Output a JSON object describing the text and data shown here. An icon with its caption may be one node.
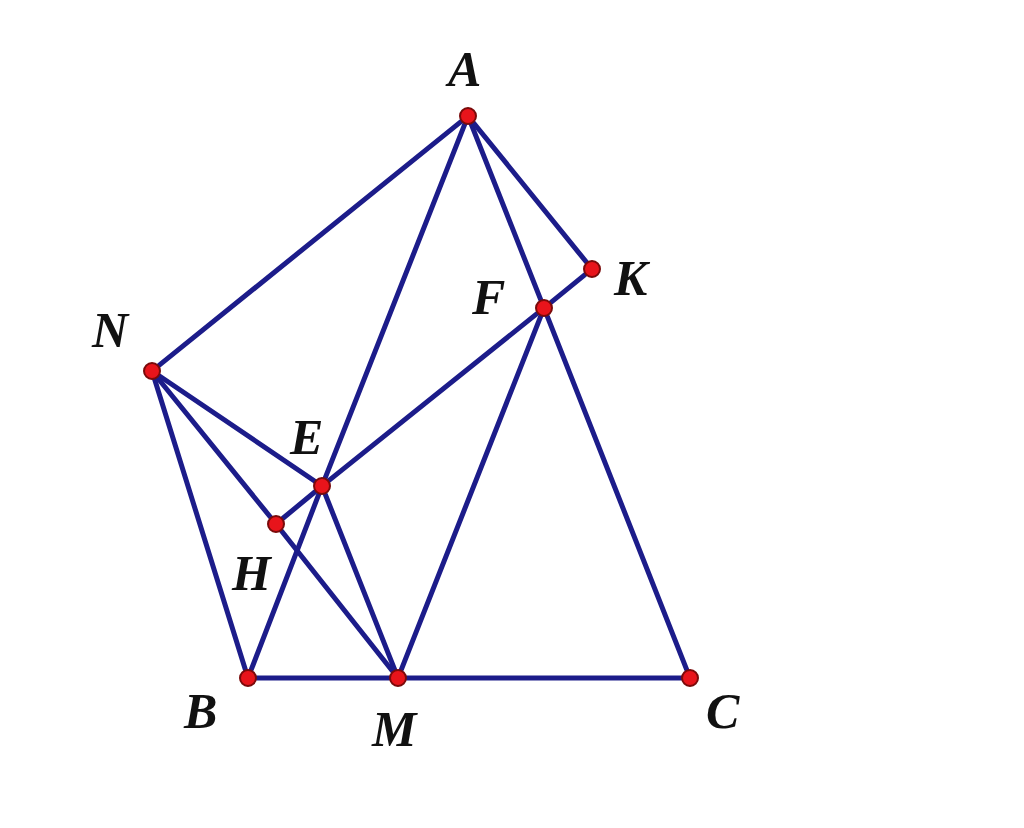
{
  "diagram": {
    "nodes": [
      {
        "text": [
          "A"
        ]
      },
      {
        "text": [
          "K"
        ]
      },
      {
        "text": [
          "F"
        ]
      },
      {
        "text": [
          "N"
        ]
      },
      {
        "text": [
          "E"
        ]
      },
      {
        "text": [
          "H"
        ]
      },
      {
        "text": [
          "B"
        ]
      },
      {
        "text": [
          "M"
        ]
      },
      {
        "text": [
          "C"
        ]
      }
    ],
    "edges": [
      {
        "from": 0,
        "to": 3,
        "arrow": "none"
      },
      {
        "from": 0,
        "to": 4,
        "arrow": "none"
      },
      {
        "from": 4,
        "to": 6,
        "arrow": "none"
      },
      {
        "from": 0,
        "to": 2,
        "arrow": "none"
      },
      {
        "from": 2,
        "to": 8,
        "arrow": "none"
      },
      {
        "from": 0,
        "to": 1,
        "arrow": "none"
      },
      {
        "from": 1,
        "to": 2,
        "arrow": "none"
      },
      {
        "from": 2,
        "to": 4,
        "arrow": "none"
      },
      {
        "from": 4,
        "to": 5,
        "arrow": "none"
      },
      {
        "from": 3,
        "to": 4,
        "arrow": "none"
      },
      {
        "from": 3,
        "to": 5,
        "arrow": "none"
      },
      {
        "from": 5,
        "to": 7,
        "arrow": "none"
      },
      {
        "from": 3,
        "to": 6,
        "arrow": "none"
      },
      {
        "from": 6,
        "to": 7,
        "arrow": "none"
      },
      {
        "from": 7,
        "to": 8,
        "arrow": "none"
      },
      {
        "from": 4,
        "to": 7,
        "arrow": "none"
      },
      {
        "from": 2,
        "to": 7,
        "arrow": "none"
      }
    ]
  }
}
